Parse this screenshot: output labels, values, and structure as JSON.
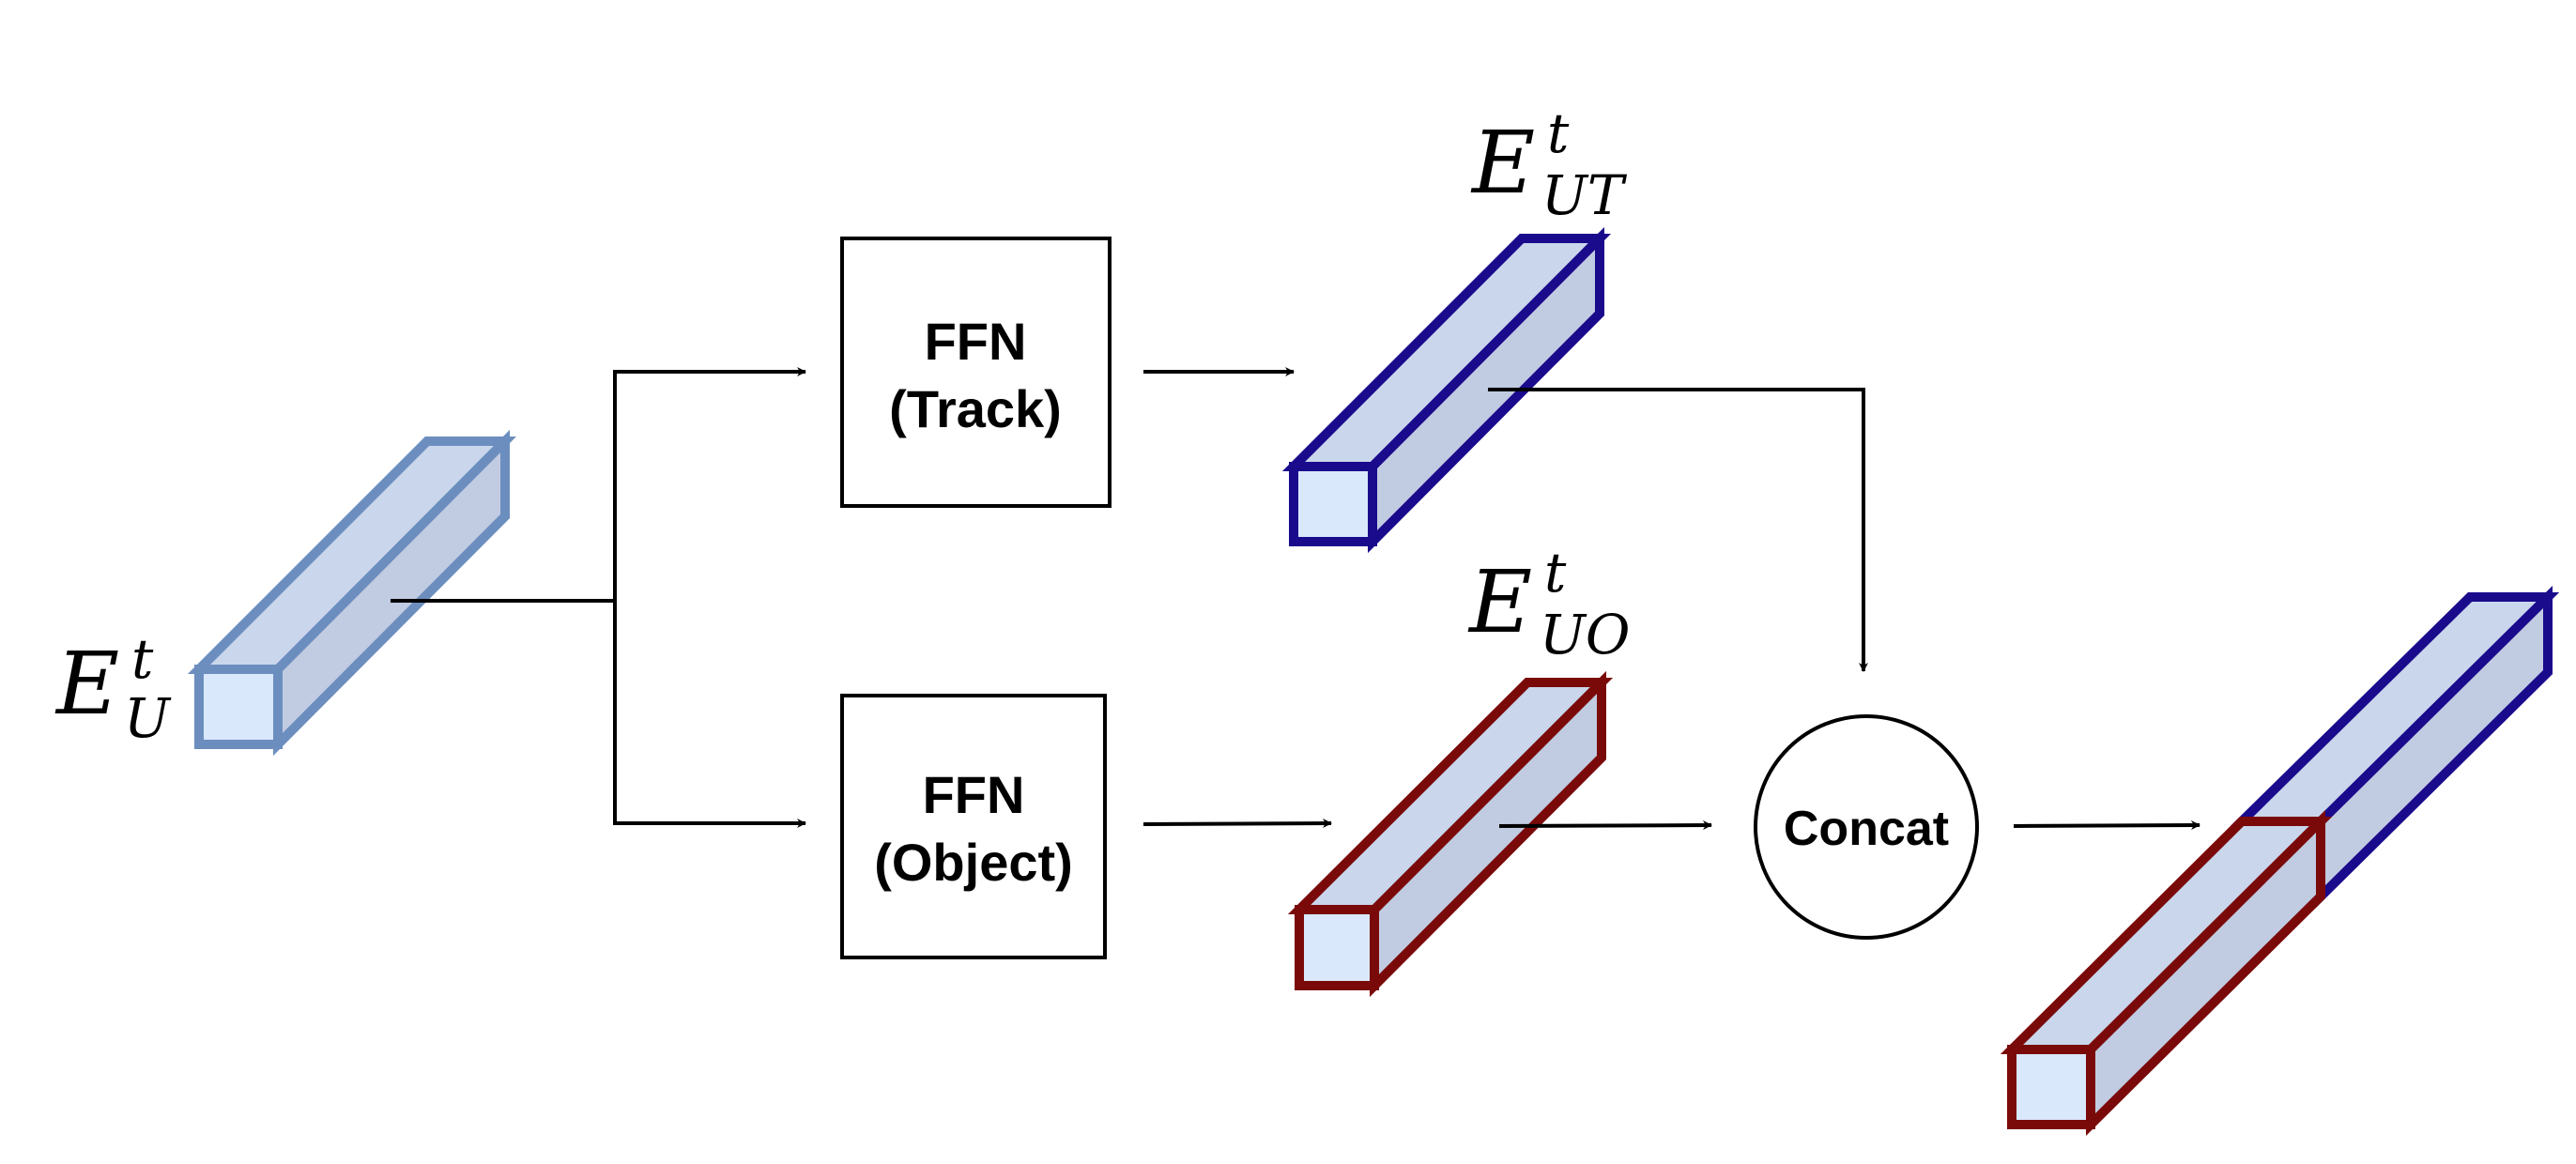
{
  "nodes": {
    "ffn_track": {
      "line1": "FFN",
      "line2": "(Track)"
    },
    "ffn_object": {
      "line1": "FFN",
      "line2": "(Object)"
    },
    "concat": {
      "label": "Concat"
    }
  },
  "tensors": {
    "input": {
      "base": "E",
      "sup": "t",
      "sub": "U"
    },
    "track": {
      "base": "E",
      "sup": "t",
      "sub": "UT"
    },
    "object": {
      "base": "E",
      "sup": "t",
      "sub": "UO"
    }
  },
  "colors": {
    "input_stroke": "#6c8ebf",
    "track_stroke": "#1a0a8c",
    "object_stroke": "#7a0a0a",
    "prism_face": "#c9d6ec",
    "prism_side": "#c1cbe1",
    "prism_front": "#dae8fc",
    "edge": "#000000"
  }
}
